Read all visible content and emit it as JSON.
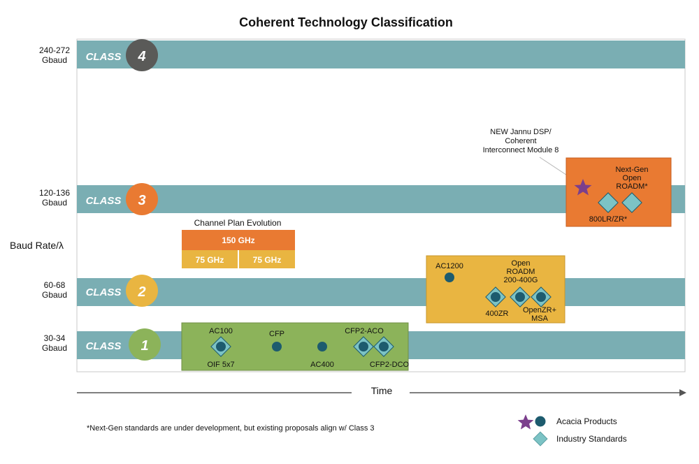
{
  "title": "Coherent Technology Classification",
  "y_axis_label": "Baud Rate/λ",
  "x_axis_label": "Time",
  "footnote": "*Next-Gen standards are under development, but existing proposals align w/ Class 3",
  "classes": [
    {
      "label": "CLASS",
      "number": "4",
      "rate_line1": "240-272",
      "rate_line2": "Gbaud",
      "circle_color": "#5a5a58"
    },
    {
      "label": "CLASS",
      "number": "3",
      "rate_line1": "120-136",
      "rate_line2": "Gbaud",
      "circle_color": "#e97a32"
    },
    {
      "label": "CLASS",
      "number": "2",
      "rate_line1": "60-68",
      "rate_line2": "Gbaud",
      "circle_color": "#e9b541"
    },
    {
      "label": "CLASS",
      "number": "1",
      "rate_line1": "30-34",
      "rate_line2": "Gbaud",
      "circle_color": "#8cb35a"
    }
  ],
  "colors": {
    "band": "#7aaeb3",
    "acacia": "#1d5b6e",
    "standard": "#7cc3c5",
    "star": "#7b3f8c",
    "class1_box": "#8cb35a",
    "class2_box": "#e9b541",
    "class3_box": "#e97a32"
  },
  "channel_plan": {
    "title": "Channel Plan Evolution",
    "top": "150 GHz",
    "bottom_left": "75 GHz",
    "bottom_right": "75 GHz"
  },
  "class1_box": {
    "ac100": "AC100",
    "oif": "OIF 5x7",
    "cfp": "CFP",
    "ac400": "AC400",
    "cfp2_aco": "CFP2-ACO",
    "cfp2_dco": "CFP2-DCO"
  },
  "class2_box": {
    "ac1200": "AC1200",
    "open_l1": "Open",
    "open_l2": "ROADM",
    "open_l3": "200-400G",
    "zr400": "400ZR",
    "openzr_l1": "OpenZR+",
    "openzr_l2": "MSA"
  },
  "class3_box": {
    "ng_l1": "Next-Gen",
    "ng_l2": "Open",
    "ng_l3": "ROADM*",
    "lr": "800LR/ZR*"
  },
  "callout": {
    "line1": "NEW Jannu DSP/",
    "line2": "Coherent",
    "line3": "Interconnect Module 8"
  },
  "legend": {
    "acacia": "Acacia Products",
    "standards": "Industry Standards"
  }
}
